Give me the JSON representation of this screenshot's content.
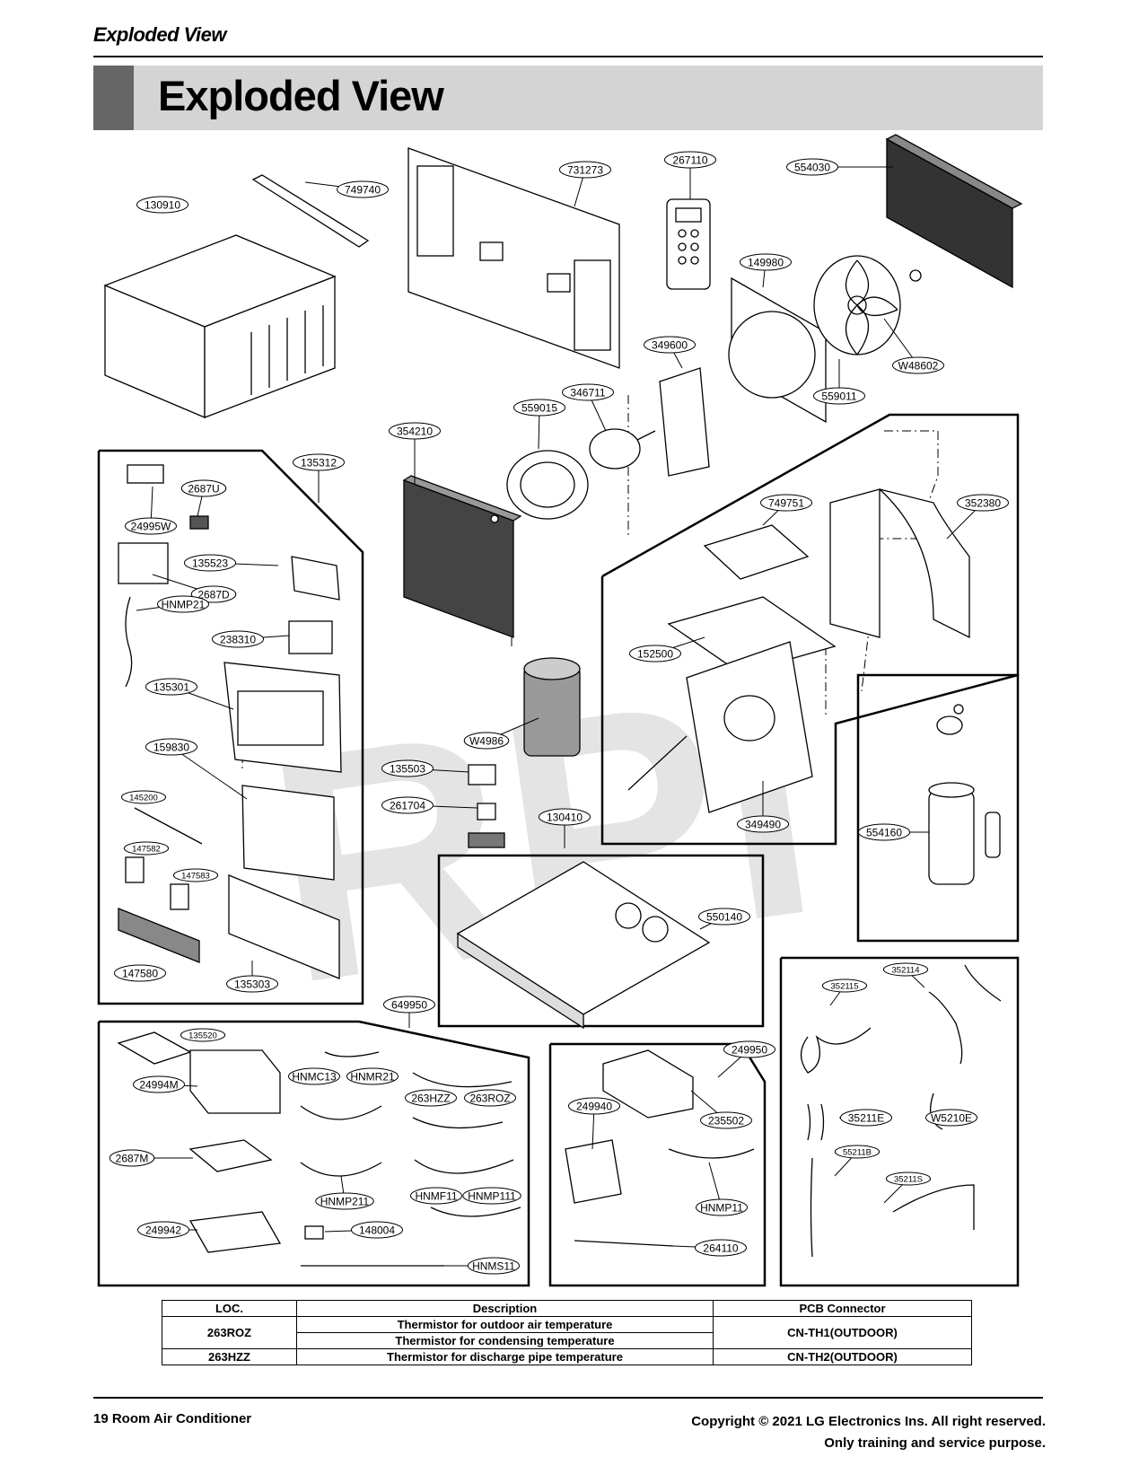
{
  "header": {
    "running_title": "Exploded View",
    "section_title": "Exploded View"
  },
  "diagram": {
    "watermark": "RPI",
    "parts": [
      "130910",
      "749740",
      "731273",
      "267110",
      "554030",
      "149980",
      "W48602",
      "559011",
      "349600",
      "346711",
      "559015",
      "354210",
      "135312",
      "2687U",
      "24995W",
      "135523",
      "2687D",
      "HNMP21",
      "238310",
      "135301",
      "159830",
      "145200",
      "147582",
      "147583",
      "147580",
      "135303",
      "749751",
      "352380",
      "152500",
      "349490",
      "W4986",
      "135503",
      "261704",
      "130410",
      "550140",
      "554160",
      "649950",
      "135520",
      "24994M",
      "HNMC13",
      "HNMR21",
      "263HZZ",
      "263ROZ",
      "2687M",
      "HNMP211",
      "HNMF11",
      "HNMP111",
      "249942",
      "148004",
      "HNMS11",
      "249950",
      "249940",
      "235502",
      "HNMP11",
      "264110",
      "352115",
      "352114",
      "35211E",
      "W5210E",
      "55211B",
      "35211S"
    ]
  },
  "table": {
    "headers": [
      "LOC.",
      "Description",
      "PCB Connector"
    ],
    "rows": [
      {
        "loc": "263ROZ",
        "desc1": "Thermistor for outdoor air temperature",
        "desc2": "Thermistor for condensing temperature",
        "pcb": "CN-TH1(OUTDOOR)"
      },
      {
        "loc": "263HZZ",
        "desc1": "Thermistor for discharge pipe temperature",
        "pcb": "CN-TH2(OUTDOOR)"
      }
    ]
  },
  "footer": {
    "page_label": "19  Room Air Conditioner",
    "copyright": "Copyright © 2021 LG Electronics Ins. All right reserved.",
    "note": "Only training and service purpose."
  }
}
